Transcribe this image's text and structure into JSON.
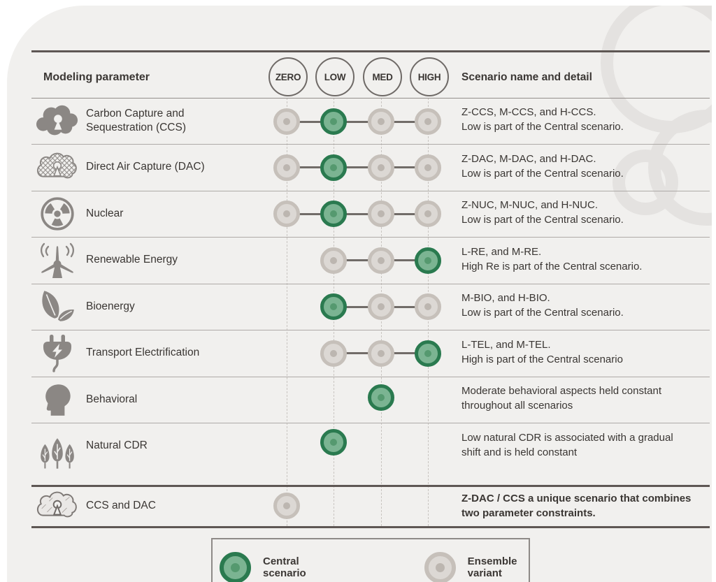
{
  "header": {
    "modeling_parameter": "Modeling parameter",
    "scenario_detail": "Scenario name and detail",
    "levels": [
      "ZERO",
      "LOW",
      "MED",
      "HIGH"
    ]
  },
  "rows": [
    {
      "label": "Carbon Capture and Sequestration (CCS)",
      "dots": [
        {
          "level": "ZERO",
          "variant": "ensemble"
        },
        {
          "level": "LOW",
          "variant": "central"
        },
        {
          "level": "MED",
          "variant": "ensemble"
        },
        {
          "level": "HIGH",
          "variant": "ensemble"
        }
      ],
      "detail_1": "Z-CCS, M-CCS, and H-CCS.",
      "detail_2": "Low is part of the Central scenario."
    },
    {
      "label": "Direct Air Capture (DAC)",
      "dots": [
        {
          "level": "ZERO",
          "variant": "ensemble"
        },
        {
          "level": "LOW",
          "variant": "central"
        },
        {
          "level": "MED",
          "variant": "ensemble"
        },
        {
          "level": "HIGH",
          "variant": "ensemble"
        }
      ],
      "detail_1": "Z-DAC, M-DAC, and H-DAC.",
      "detail_2": "Low is part of the Central scenario."
    },
    {
      "label": "Nuclear",
      "dots": [
        {
          "level": "ZERO",
          "variant": "ensemble"
        },
        {
          "level": "LOW",
          "variant": "central"
        },
        {
          "level": "MED",
          "variant": "ensemble"
        },
        {
          "level": "HIGH",
          "variant": "ensemble"
        }
      ],
      "detail_1": "Z-NUC, M-NUC, and H-NUC.",
      "detail_2": "Low is part of the Central scenario."
    },
    {
      "label": "Renewable Energy",
      "dots": [
        {
          "level": "LOW",
          "variant": "ensemble"
        },
        {
          "level": "MED",
          "variant": "ensemble"
        },
        {
          "level": "HIGH",
          "variant": "central"
        }
      ],
      "detail_1": "L-RE, and M-RE.",
      "detail_2": "High Re is part of the Central scenario."
    },
    {
      "label": "Bioenergy",
      "dots": [
        {
          "level": "LOW",
          "variant": "central"
        },
        {
          "level": "MED",
          "variant": "ensemble"
        },
        {
          "level": "HIGH",
          "variant": "ensemble"
        }
      ],
      "detail_1": "M-BIO, and H-BIO.",
      "detail_2": "Low is part of the Central scenario."
    },
    {
      "label": "Transport Electrification",
      "dots": [
        {
          "level": "LOW",
          "variant": "ensemble"
        },
        {
          "level": "MED",
          "variant": "ensemble"
        },
        {
          "level": "HIGH",
          "variant": "central"
        }
      ],
      "detail_1": "L-TEL, and M-TEL.",
      "detail_2": "High is part of the Central scenario"
    },
    {
      "label": "Behavioral",
      "dots": [
        {
          "level": "MED",
          "variant": "central"
        }
      ],
      "detail_1": "Moderate behavioral aspects held constant",
      "detail_2": "throughout all scenarios"
    },
    {
      "label": "Natural CDR",
      "dots": [
        {
          "level": "LOW",
          "variant": "central"
        }
      ],
      "detail_1": "Low natural CDR is associated with a gradual",
      "detail_2": "shift and is held constant"
    },
    {
      "label": "CCS and DAC",
      "dots": [
        {
          "level": "ZERO",
          "variant": "ensemble"
        }
      ],
      "detail_1": "Z-DAC / CCS a unique scenario that combines",
      "detail_2": "two parameter constraints."
    }
  ],
  "legend": {
    "central": "Central scenario",
    "ensemble": "Ensemble variant"
  },
  "colors": {
    "central_ring": "#2a7a4f",
    "central_fill": "#7bb492",
    "ensemble_ring": "#c6c0ba",
    "ensemble_fill": "#dcd8d4",
    "background": "#f1f0ee",
    "line_dark": "#5e5754",
    "text": "#3a3633"
  }
}
